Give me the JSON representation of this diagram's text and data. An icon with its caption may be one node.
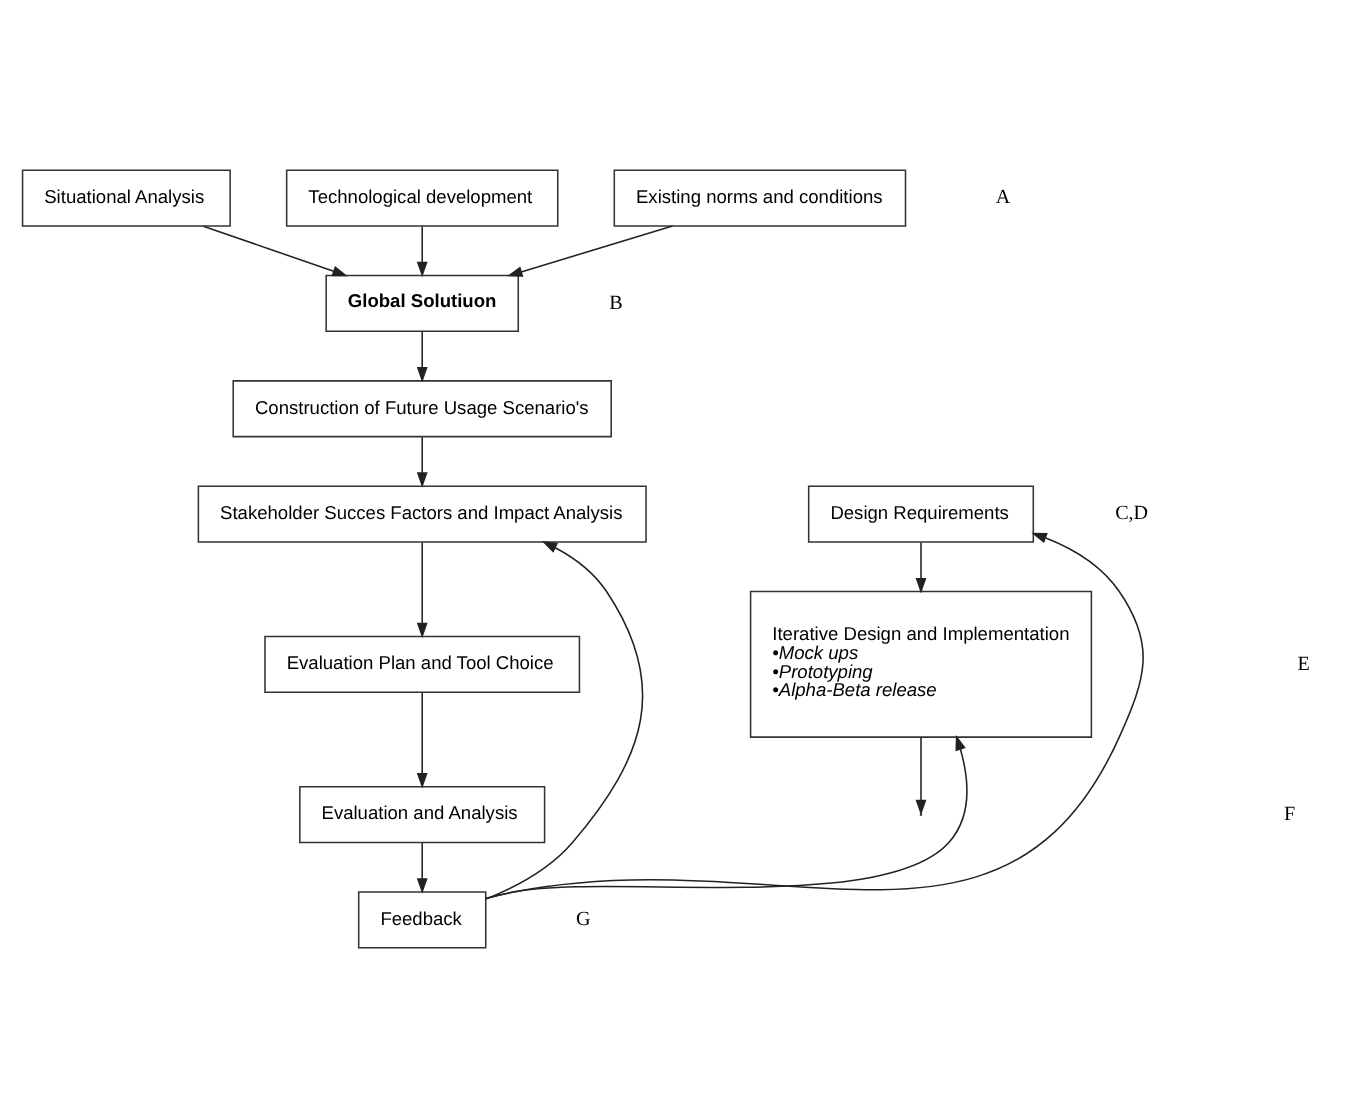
{
  "diagram": {
    "nodes": [
      {
        "text": [
          "Situational Analysis"
        ]
      },
      {
        "text": [
          "Technological development"
        ]
      },
      {
        "text": [
          "Existing norms and conditions"
        ]
      },
      {
        "text": [
          "Global Solutiuon"
        ]
      },
      {
        "text": [
          "Construction of Future Usage Scenario's"
        ]
      },
      {
        "text": [
          "Design Requirements"
        ]
      },
      {
        "text": [
          "Stakeholder Succes Factors and Impact Analysis"
        ]
      },
      {
        "text": [
          "Iterative Design and Implementation",
          "•Mock ups",
          "•Prototyping",
          "•Alpha-Beta release"
        ]
      },
      {
        "text": [
          "Evaluation Plan and Tool Choice"
        ]
      },
      {
        "text": [
          "Evaluation and Analysis"
        ]
      },
      {
        "text": [
          "Feedback"
        ]
      }
    ],
    "edges": [
      {
        "from": 0,
        "to": 3,
        "arrow": "to"
      },
      {
        "from": 1,
        "to": 3,
        "arrow": "to"
      },
      {
        "from": 2,
        "to": 3,
        "arrow": "to"
      },
      {
        "from": 3,
        "to": 4,
        "arrow": "to"
      },
      {
        "from": 4,
        "to": 6,
        "arrow": "to"
      },
      {
        "from": 5,
        "to": 7,
        "arrow": "to"
      },
      {
        "from": 6,
        "to": 8,
        "arrow": "to"
      },
      {
        "from": 8,
        "to": 9,
        "arrow": "to"
      },
      {
        "from": 9,
        "to": 10,
        "arrow": "to"
      },
      {
        "from": 10,
        "to": 6,
        "arrow": "to"
      },
      {
        "from": 10,
        "to": 5,
        "arrow": "to"
      },
      {
        "from": 10,
        "to": 7,
        "arrow": "to"
      },
      {
        "from": 7,
        "to": null,
        "arrow": "to"
      }
    ],
    "labels": [
      "A",
      "B",
      "C,D",
      "E",
      "F",
      "G"
    ]
  }
}
